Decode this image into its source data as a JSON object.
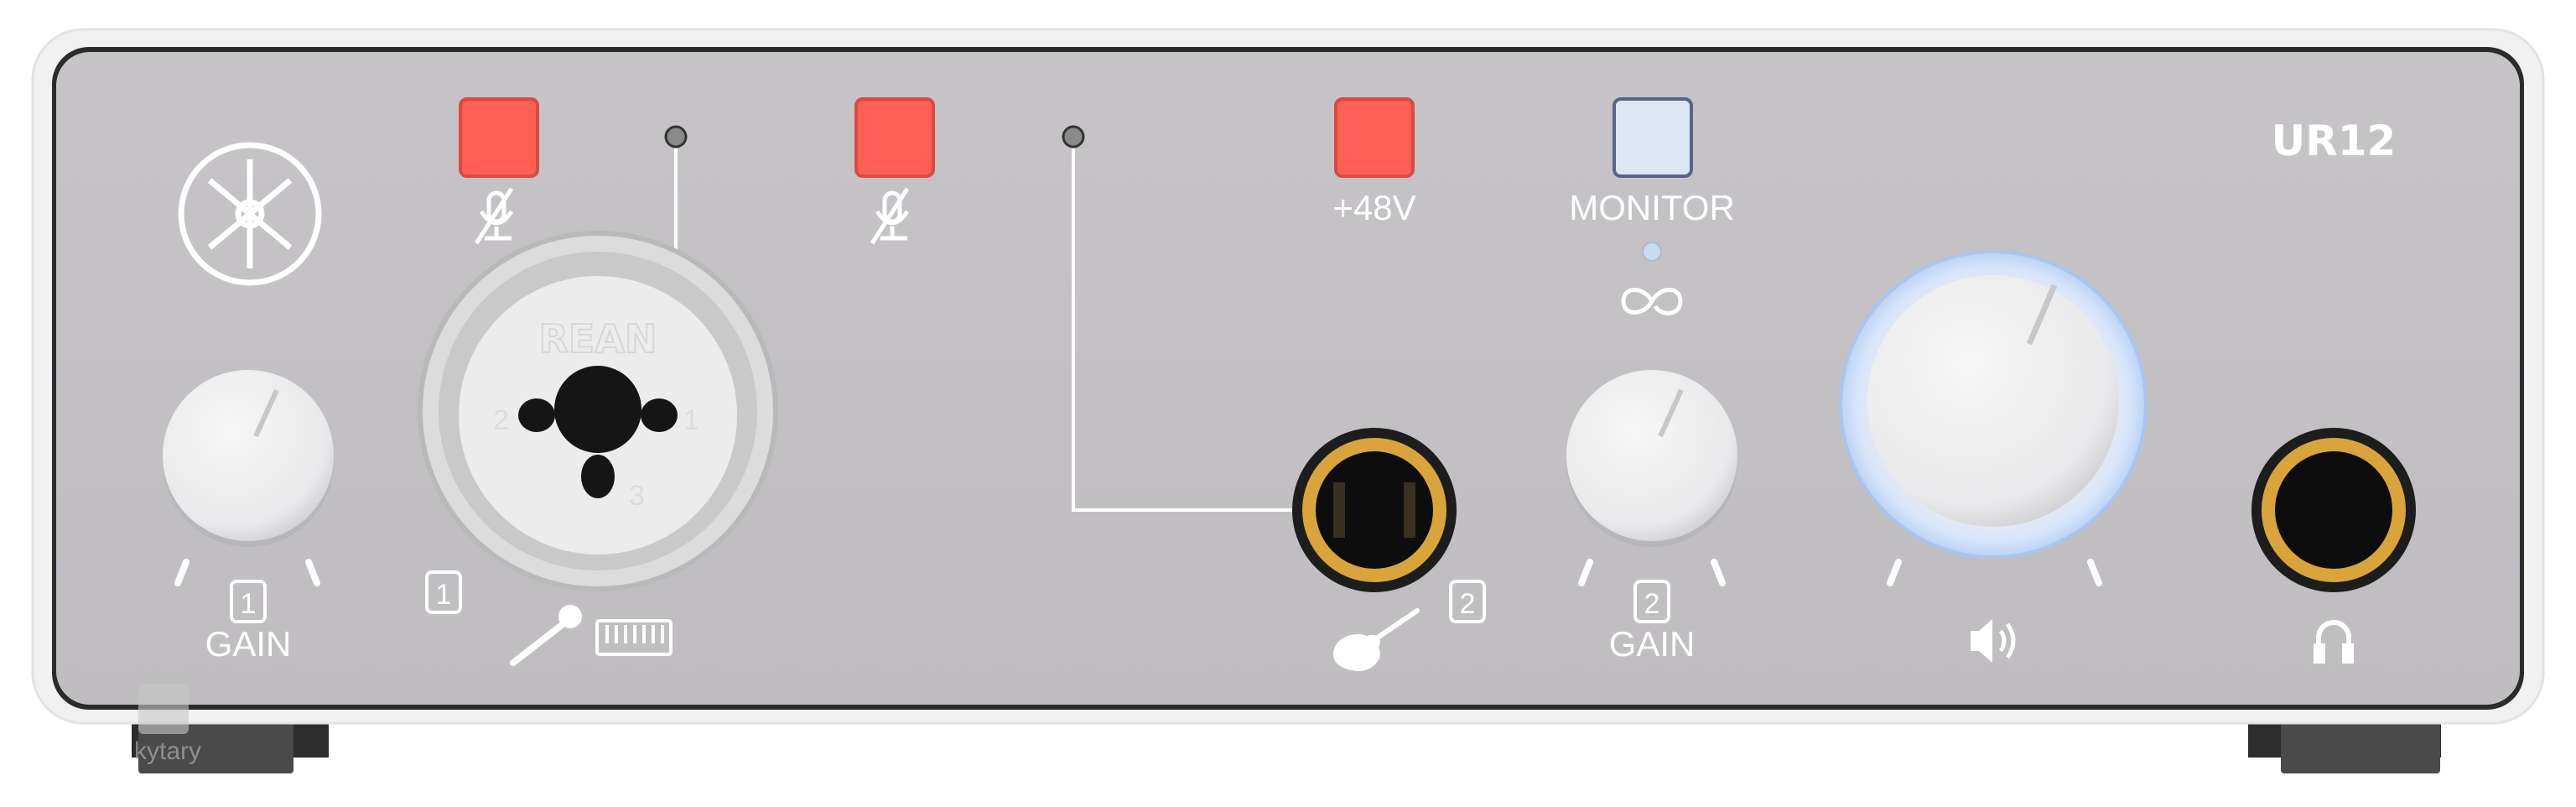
{
  "device": {
    "model_logo": "UR12",
    "brand_logo": "yamaha-tuning-fork-logo",
    "watermark": "kytary"
  },
  "buttons": {
    "mute_1": {
      "icon": "mic-mute-icon",
      "color": "#ff5f55"
    },
    "mute_2": {
      "icon": "mic-mute-icon",
      "color": "#ff5f55"
    },
    "phantom": {
      "label": "+48V",
      "color": "#ff5f55"
    },
    "monitor": {
      "label": "MONITOR",
      "color": "#dde6f2",
      "led_icon": "loopback-icon"
    }
  },
  "input_1": {
    "gain_label": "GAIN",
    "gain_badge": "1",
    "jack_badge": "1",
    "connector_text": "REAN",
    "pins": [
      "1",
      "2",
      "3"
    ],
    "icons": [
      "microphone-icon",
      "keyboard-icon"
    ]
  },
  "input_2": {
    "gain_label": "GAIN",
    "gain_badge": "2",
    "jack_badge": "2",
    "icons": [
      "guitar-icon"
    ]
  },
  "output": {
    "volume_icon": "speaker-icon",
    "headphone_icon": "headphones-icon",
    "ring_color": "#cfe0fa"
  },
  "colors": {
    "panel": "#c3c1c4",
    "chassis": "#f2f2f2",
    "jack_gold": "#d9a53a"
  }
}
